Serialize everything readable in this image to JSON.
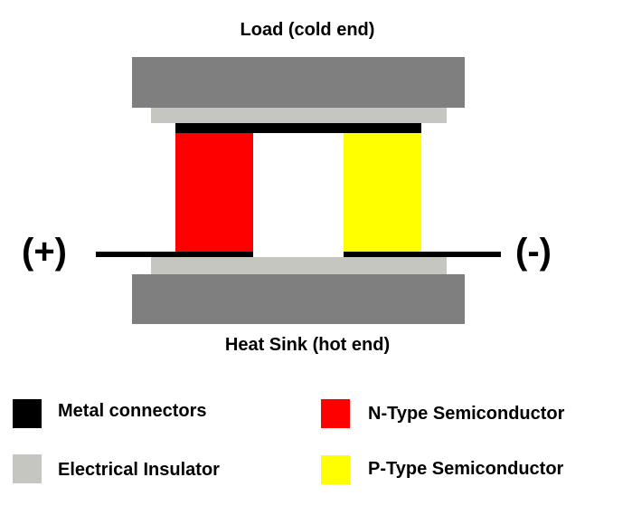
{
  "diagram": {
    "top_label": "Load (cold end)",
    "bottom_label": "Heat Sink (hot end)",
    "positive_terminal": "(+)",
    "negative_terminal": "(-)"
  },
  "legend": {
    "items": [
      {
        "key": "metal",
        "label": "Metal connectors",
        "color": "#000000"
      },
      {
        "key": "insulator",
        "label": "Electrical Insulator",
        "color": "#c6c6c0"
      },
      {
        "key": "n_type",
        "label": "N-Type Semiconductor",
        "color": "#ff0000"
      },
      {
        "key": "p_type",
        "label": "P-Type Semiconductor",
        "color": "#ffff00"
      }
    ]
  },
  "colors": {
    "plate": "#7f7f7f",
    "insulator": "#c6c6c0",
    "metal": "#000000",
    "n_type": "#ff0000",
    "p_type": "#ffff00"
  }
}
